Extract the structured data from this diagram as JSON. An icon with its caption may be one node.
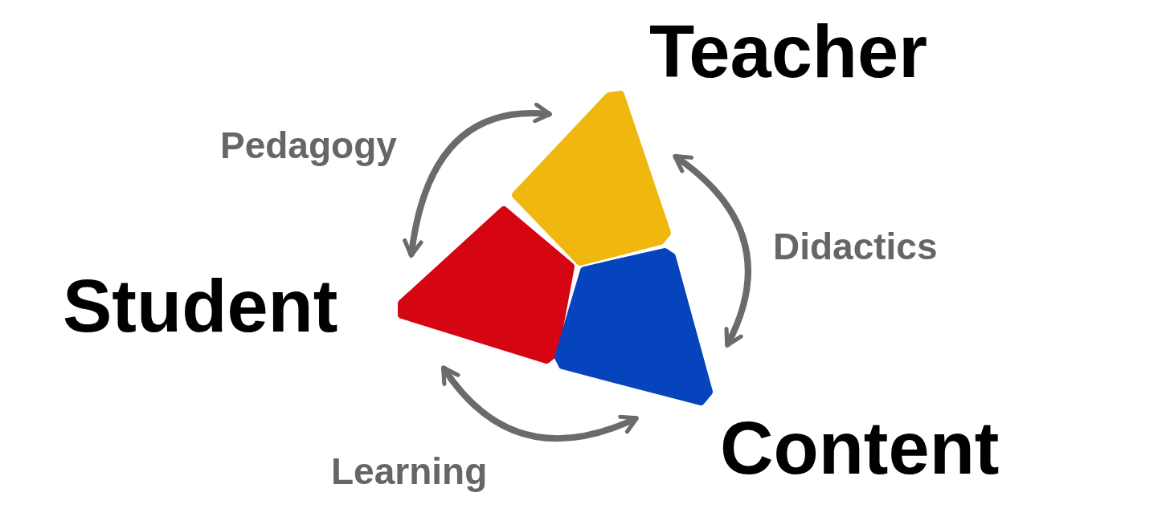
{
  "diagram": {
    "nodes": [
      {
        "text": [
          "Teacher"
        ]
      },
      {
        "text": [
          "Student"
        ]
      },
      {
        "text": [
          "Content"
        ]
      }
    ],
    "edges": [
      {
        "from": 0,
        "to": 1,
        "arrow": "both",
        "label": "Pedagogy"
      },
      {
        "from": 0,
        "to": 2,
        "arrow": "both",
        "label": "Didactics"
      },
      {
        "from": 1,
        "to": 2,
        "arrow": "both",
        "label": "Learning"
      }
    ]
  }
}
